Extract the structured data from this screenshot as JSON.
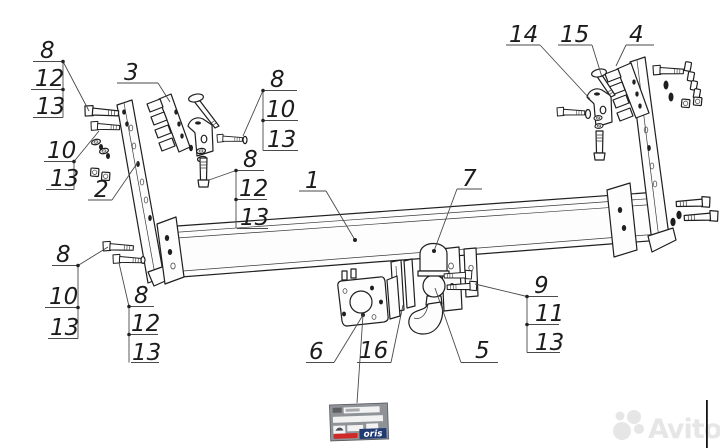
{
  "callouts": {
    "g1": [
      "8",
      "12",
      "13"
    ],
    "g2": [
      "10",
      "13"
    ],
    "g3": [
      "2"
    ],
    "g4": [
      "3"
    ],
    "g5": [
      "8",
      "10",
      "13"
    ],
    "g6": [
      "8",
      "12",
      "13"
    ],
    "g7": [
      "1"
    ],
    "g8": [
      "7"
    ],
    "g9": [
      "14"
    ],
    "g10": [
      "15"
    ],
    "g11": [
      "4"
    ],
    "g12": [
      "9",
      "11",
      "13"
    ],
    "g13": [
      "8",
      "10",
      "13"
    ],
    "g14": [
      "8",
      "12",
      "13"
    ],
    "g15": [
      "6"
    ],
    "g16": [
      "16"
    ],
    "g17": [
      "5"
    ]
  },
  "label_plate": {
    "brand": "oris",
    "red": "#cf2a27",
    "blue": "#203a72",
    "gray": "#8f9397"
  },
  "watermark": {
    "text": "Avito",
    "color": "#e6e6e6"
  }
}
